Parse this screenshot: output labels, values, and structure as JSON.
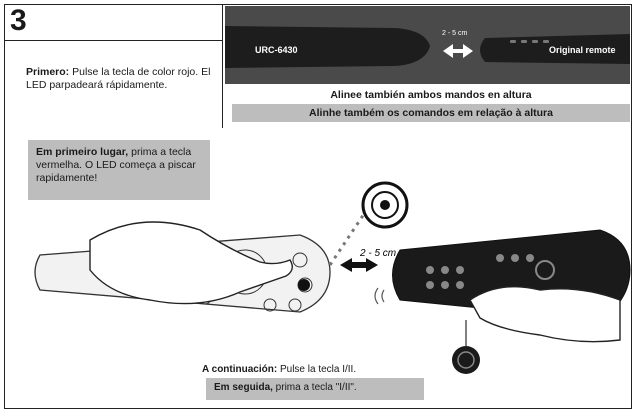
{
  "step": {
    "number": "3"
  },
  "instructions_es": {
    "bold": "Primero:",
    "text": " Pulse la tecla de color rojo. El LED parpadeará rápidamente."
  },
  "instructions_pt": {
    "bold": "Em primeiro lugar,",
    "text": " prima a tecla vermelha. O LED começa a piscar rapidamente!"
  },
  "top_photo": {
    "left_remote_label": "URC-6430",
    "right_remote_label": "Original remote",
    "distance_small": "2 - 5 cm"
  },
  "captions": {
    "es": "Alinee también ambos mandos en altura",
    "pt": "Alinhe também os comandos em relação à altura"
  },
  "main_illustration": {
    "distance": "2 - 5 cm"
  },
  "next_es": {
    "bold": "A continuación:",
    "text": " Pulse la tecla I/II."
  },
  "next_pt": {
    "bold": "Em seguida,",
    "text": " prima a tecla \"I/II\"."
  },
  "colors": {
    "grey_box": "#bdbdbd",
    "photo_bg": "#3a3a3a"
  }
}
